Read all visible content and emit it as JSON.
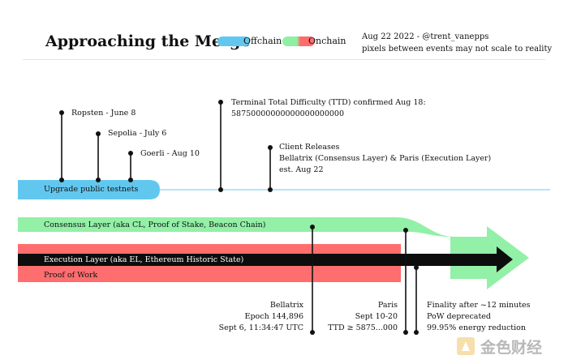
{
  "title": "Approaching the Merge",
  "legend": {
    "offchain": {
      "label": "Offchain",
      "color": "#62c7ef"
    },
    "onchain": {
      "label": "Onchain",
      "color_start": "#8ff0a4",
      "color_end": "#ff6b6b"
    }
  },
  "meta": {
    "date_author": "Aug 22 2022 - @trent_vanepps",
    "note": "pixels between events may not scale to reality"
  },
  "testnets": {
    "band_label": "Upgrade public testnets",
    "ropsten": "Ropsten - June 8",
    "sepolia": "Sepolia - July 6",
    "goerli": "Goerli - Aug 10"
  },
  "ttd": {
    "line1": "Terminal Total Difficulty (TTD) confirmed Aug 18:",
    "line2": "58750000000000000000000"
  },
  "client_releases": {
    "line1": "Client Releases",
    "line2": "Bellatrix (Consensus Layer) & Paris (Execution Layer)",
    "line3": "est. Aug 22"
  },
  "bands": {
    "consensus": "Consensus Layer (aka CL, Proof of Stake, Beacon Chain)",
    "execution": "Execution Layer (aka EL, Ethereum Historic State)",
    "pow": "Proof of Work"
  },
  "bellatrix": {
    "line1": "Bellatrix",
    "line2": "Epoch 144,896",
    "line3": "Sept 6, 11:34:47 UTC"
  },
  "paris": {
    "line1": "Paris",
    "line2": "Sept 10-20",
    "line3": "TTD ≥ 5875...000"
  },
  "finality": {
    "line1": "Finality after ~12 minutes",
    "line2": "PoW deprecated",
    "line3": "99.95% energy reduction"
  },
  "watermark": {
    "text": "金色财经"
  },
  "colors": {
    "offchain": "#62c7ef",
    "consensus": "#93f0a7",
    "execution": "#0d0d0d",
    "pow": "#ff6e6e",
    "offchain_line": "#9ddaf2"
  }
}
